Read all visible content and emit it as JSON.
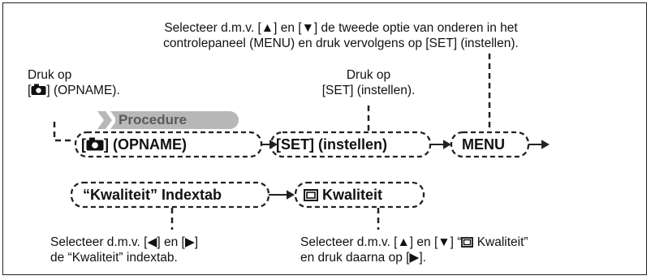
{
  "notes": {
    "top": [
      "Selecteer d.m.v. [▲] en [▼] de tweede optie van onderen in het",
      "controlepaneel (MENU) en druk vervolgens op [SET] (instellen)."
    ],
    "rec_line1": "Druk op",
    "rec_line2": "(OPNAME).",
    "set": [
      "Druk op",
      "[SET] (instellen)."
    ],
    "tab": [
      "Selecteer d.m.v. [◀] en [▶]",
      "de “Kwaliteit” indextab."
    ],
    "quality_line1_pre": "Selecteer d.m.v. [▲] en [▼] “",
    "quality_line1_post": "Kwaliteit”",
    "quality_line2": "en druk daarna op [▶]."
  },
  "procedure": {
    "label": "Procedure"
  },
  "steps": {
    "rec": "(OPNAME)",
    "set": "[SET] (instellen)",
    "menu": "MENU",
    "tab": "“Kwaliteit” Indextab",
    "quality": "Kwaliteit"
  },
  "icons": [
    "camera-icon",
    "quality-icon",
    "arrow-right-icon",
    "arrow-up-icon",
    "arrow-down-icon",
    "arrow-left-icon"
  ]
}
